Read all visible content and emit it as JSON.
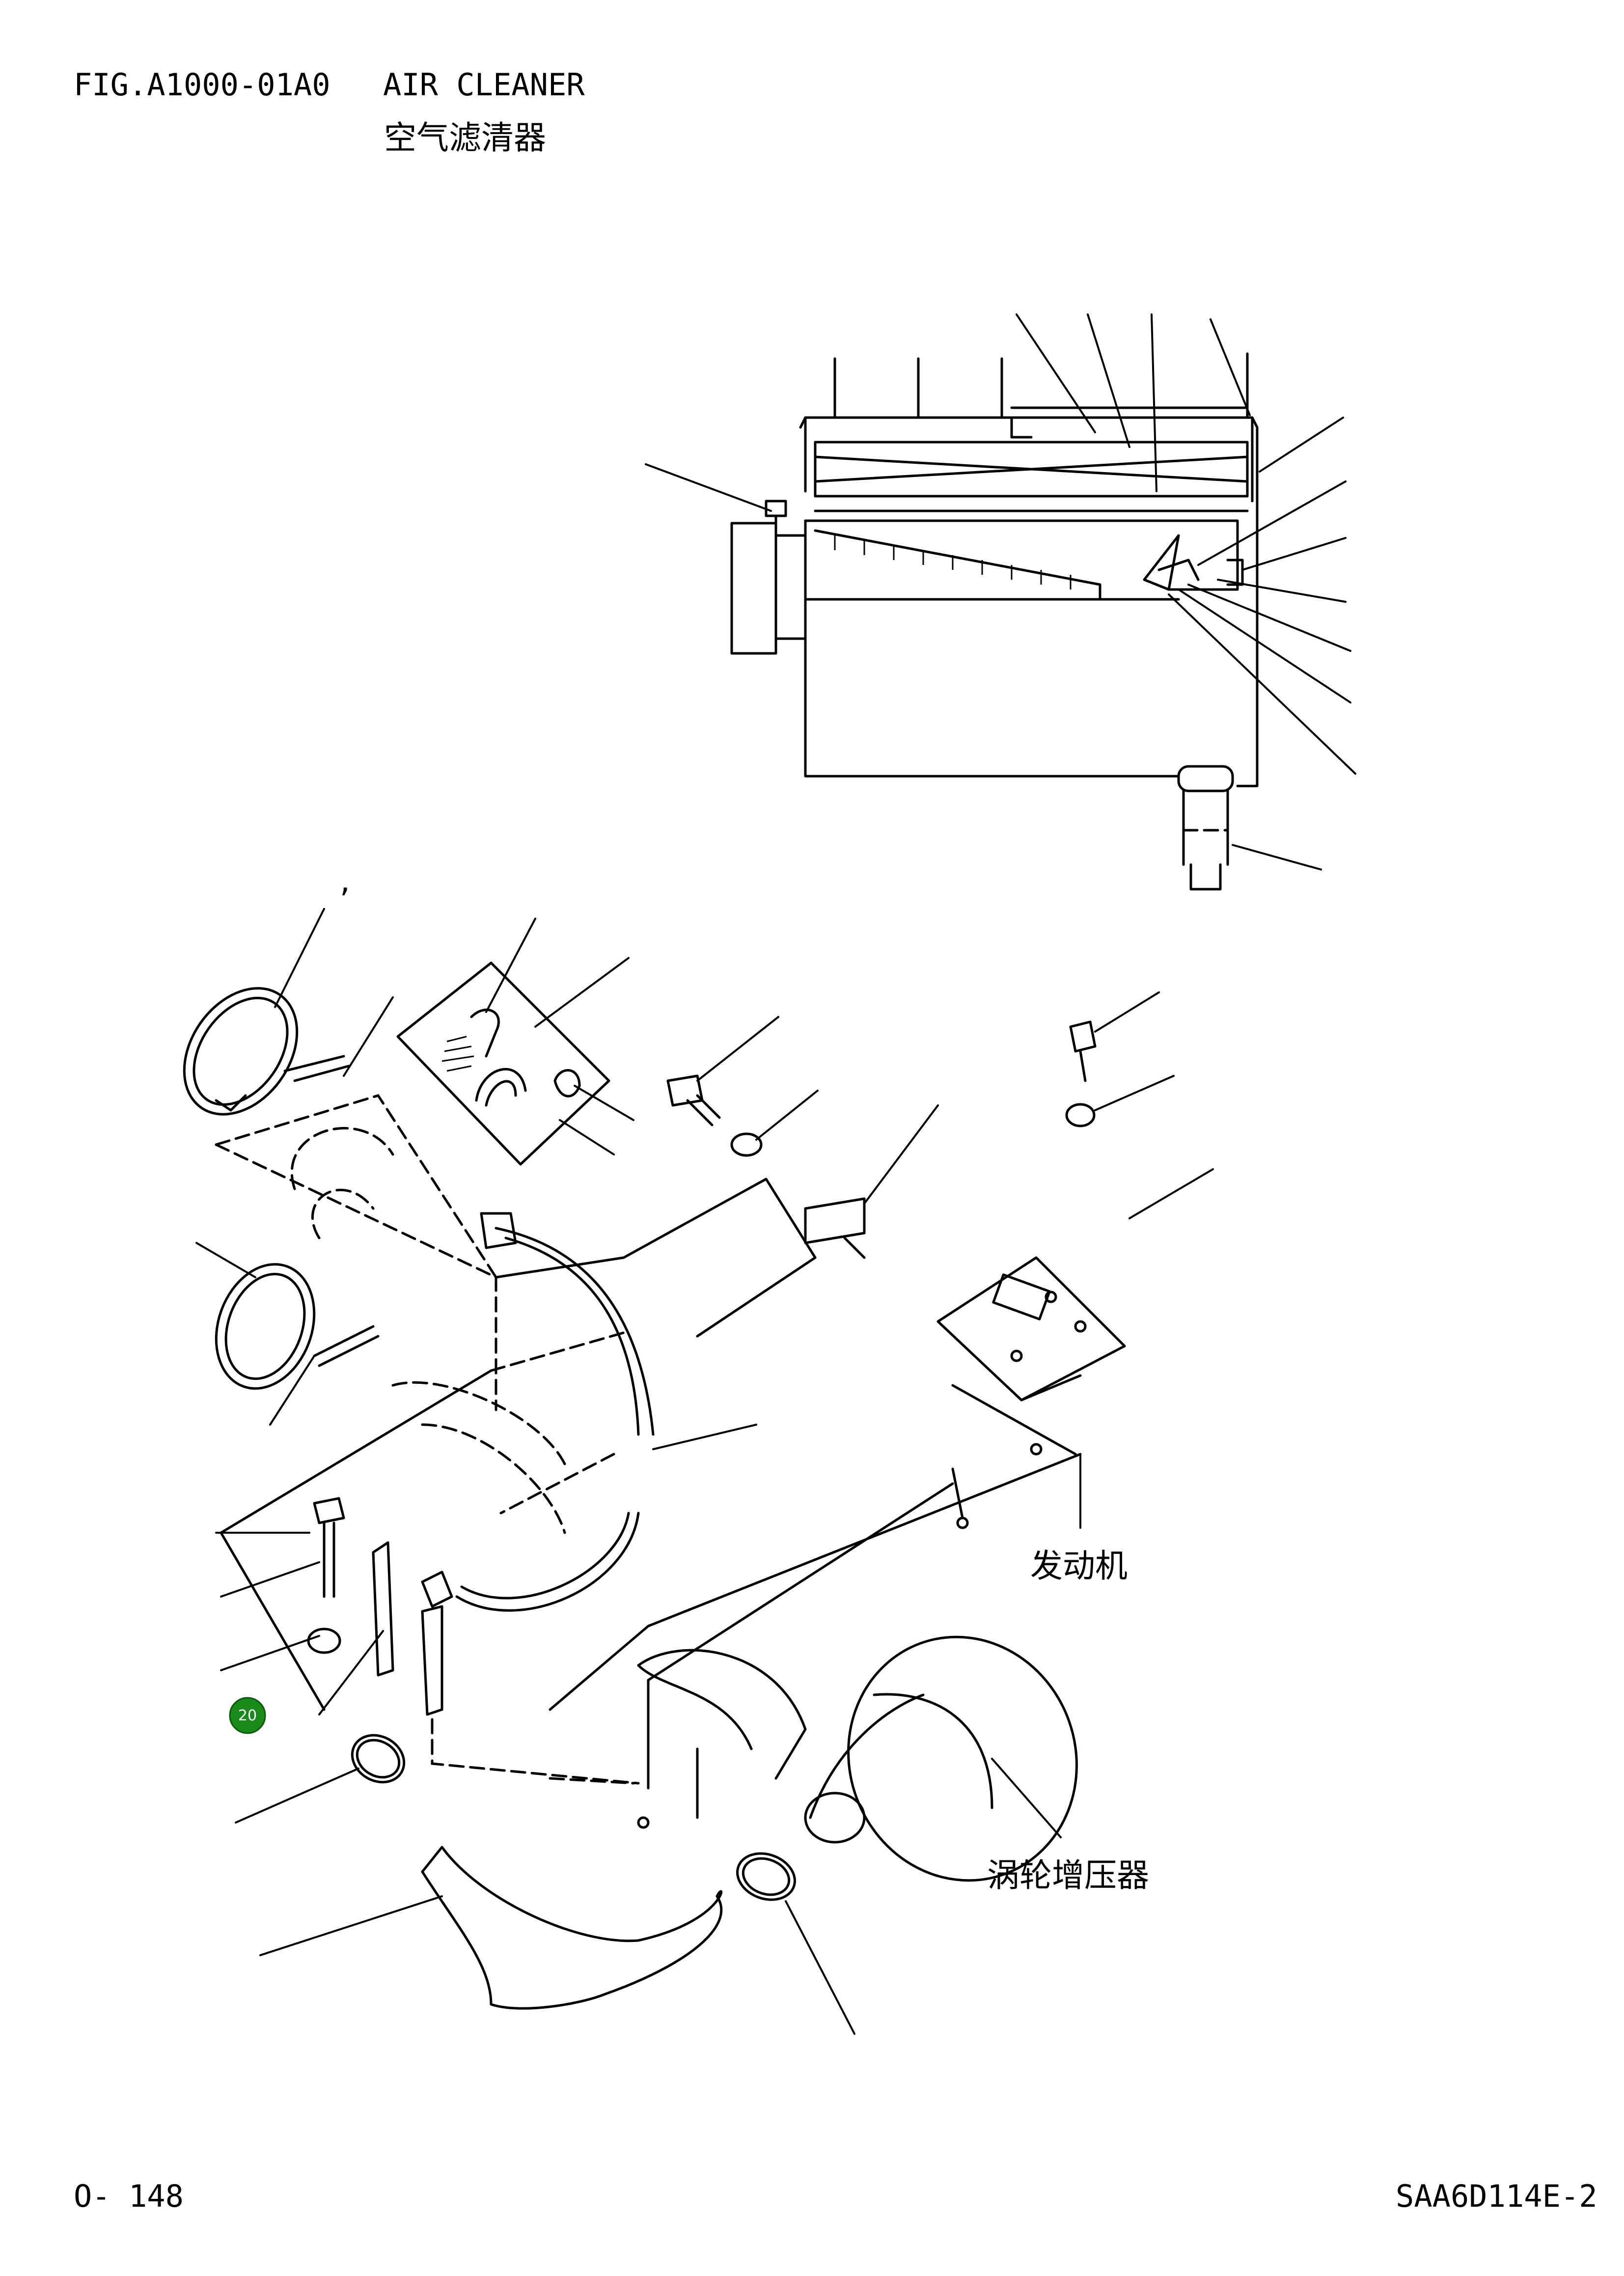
{
  "header": {
    "figure_code": "FIG.A1000-01A0",
    "title_en": "AIR CLEANER",
    "title_cn": "空气滤清器"
  },
  "footer": {
    "page_number": "O- 148",
    "model_code": "SAA6D114E-2"
  },
  "diagram": {
    "labels": {
      "engine": "发动机",
      "turbocharger": "涡轮增压器",
      "stray_mark": ","
    },
    "callouts": [
      {
        "number": "20",
        "color": "#1a8a1a"
      }
    ]
  }
}
